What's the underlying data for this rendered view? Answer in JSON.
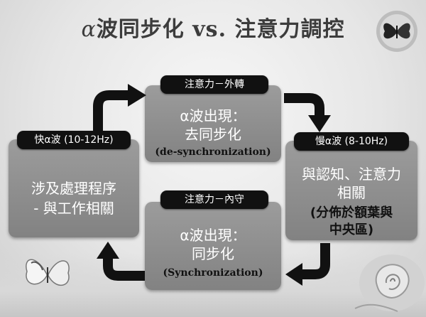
{
  "title": {
    "part1": "α",
    "part2": "波同步化",
    "part3": " vs. ",
    "part4": "注意力調控"
  },
  "top_box": {
    "label": "注意力－外轉",
    "line1": "α波出現：",
    "line2": "去同步化",
    "line3": "(de-synchronization)"
  },
  "bottom_box": {
    "label": "注意力－內守",
    "line1": "α波出現：",
    "line2": "同步化",
    "line3": "(Synchronization)"
  },
  "left_box": {
    "label": "快α波 (10-12Hz)",
    "line1": "涉及處理程序",
    "line2": "- 與工作相關"
  },
  "right_box": {
    "label": "慢α波 (8-10Hz)",
    "line1": "與認知、注意力",
    "line2": "相關",
    "line3": "(分佈於額葉與",
    "line4": "中央區)"
  },
  "icons": {
    "top_right": "butterfly-icon",
    "bottom_left": "butterfly-icon",
    "bottom_right": "rose-decoration"
  }
}
